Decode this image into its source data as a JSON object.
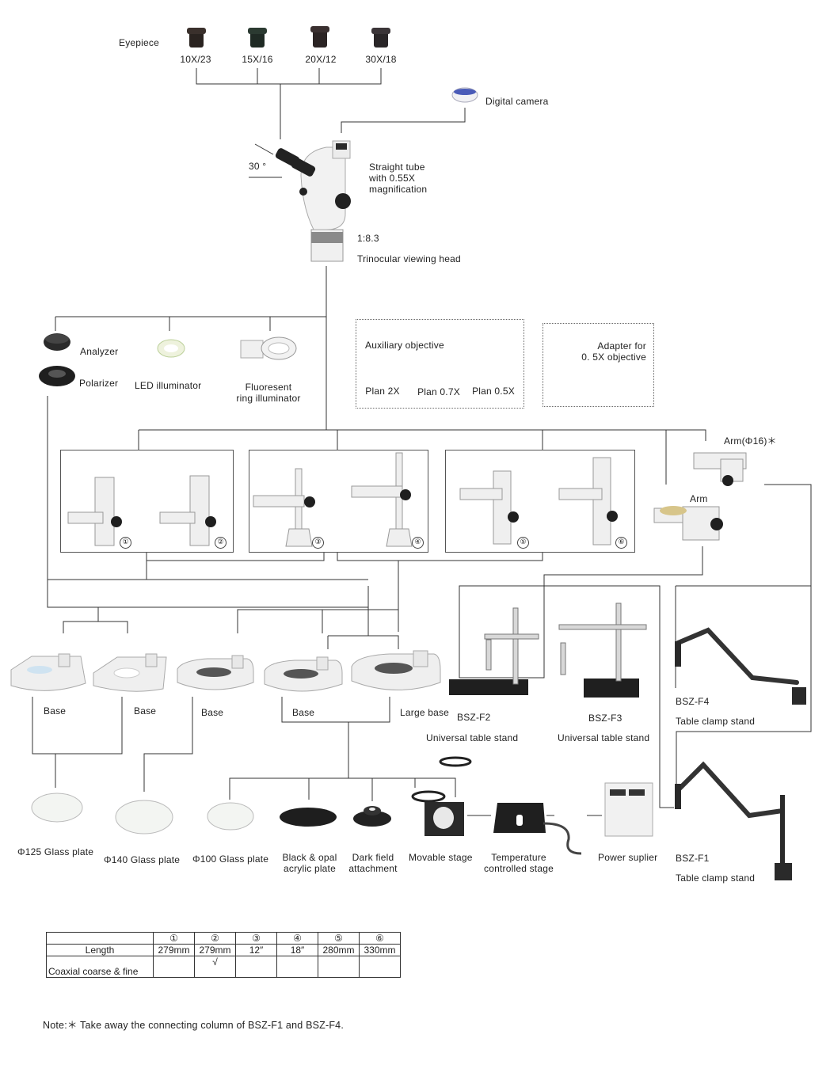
{
  "eyepiece": {
    "label": "Eyepiece",
    "items": [
      "10X/23",
      "15X/16",
      "20X/12",
      "30X/18"
    ]
  },
  "camera": "Digital camera",
  "head": {
    "angle": "30 °",
    "straight_tube": "Straight tube\nwith 0.55X\nmagnification",
    "ratio": "1:8.3",
    "name": "Trinocular viewing head"
  },
  "accessories": {
    "analyzer": "Analyzer",
    "polarizer": "Polarizer",
    "led": "LED illuminator",
    "fluorescent": "Fluoresent\nring illuminator"
  },
  "auxiliary": {
    "title": "Auxiliary objective",
    "items": [
      "Plan 2X",
      "Plan 0.7X",
      "Plan 0.5X"
    ]
  },
  "adapter": "Adapter for\n0. 5X objective",
  "stands": [
    "①",
    "②",
    "③",
    "④",
    "⑤",
    "⑥"
  ],
  "arms": {
    "arm16": "Arm(Φ16)＊",
    "arm": "Arm"
  },
  "bases": [
    "Base",
    "Base",
    "Base",
    "Base",
    "Large base"
  ],
  "universal": {
    "f2": "BSZ-F2",
    "f3": "BSZ-F3",
    "stand": "Universal table stand"
  },
  "clamp": {
    "f4": "BSZ-F4",
    "f1": "BSZ-F1",
    "stand": "Table clamp stand"
  },
  "plates": [
    "Φ125 Glass plate",
    "Φ140 Glass plate",
    "Φ100 Glass plate",
    "Black & opal\nacrylic plate",
    "Dark field\nattachment"
  ],
  "stages": {
    "movable": "Movable stage",
    "temperature": "Temperature\ncontrolled stage",
    "power": "Power suplier"
  },
  "table": {
    "headers": [
      "①",
      "②",
      "③",
      "④",
      "⑤",
      "⑥"
    ],
    "rows": [
      {
        "label": "Length",
        "values": [
          "279mm",
          "279mm",
          "12″",
          "18″",
          "280mm",
          "330mm"
        ]
      },
      {
        "label": "Coaxial coarse & fine",
        "values": [
          "",
          "√",
          "",
          "",
          "",
          ""
        ]
      }
    ]
  },
  "note": "Note:＊ Take away the connecting column of BSZ-F1 and BSZ-F4."
}
